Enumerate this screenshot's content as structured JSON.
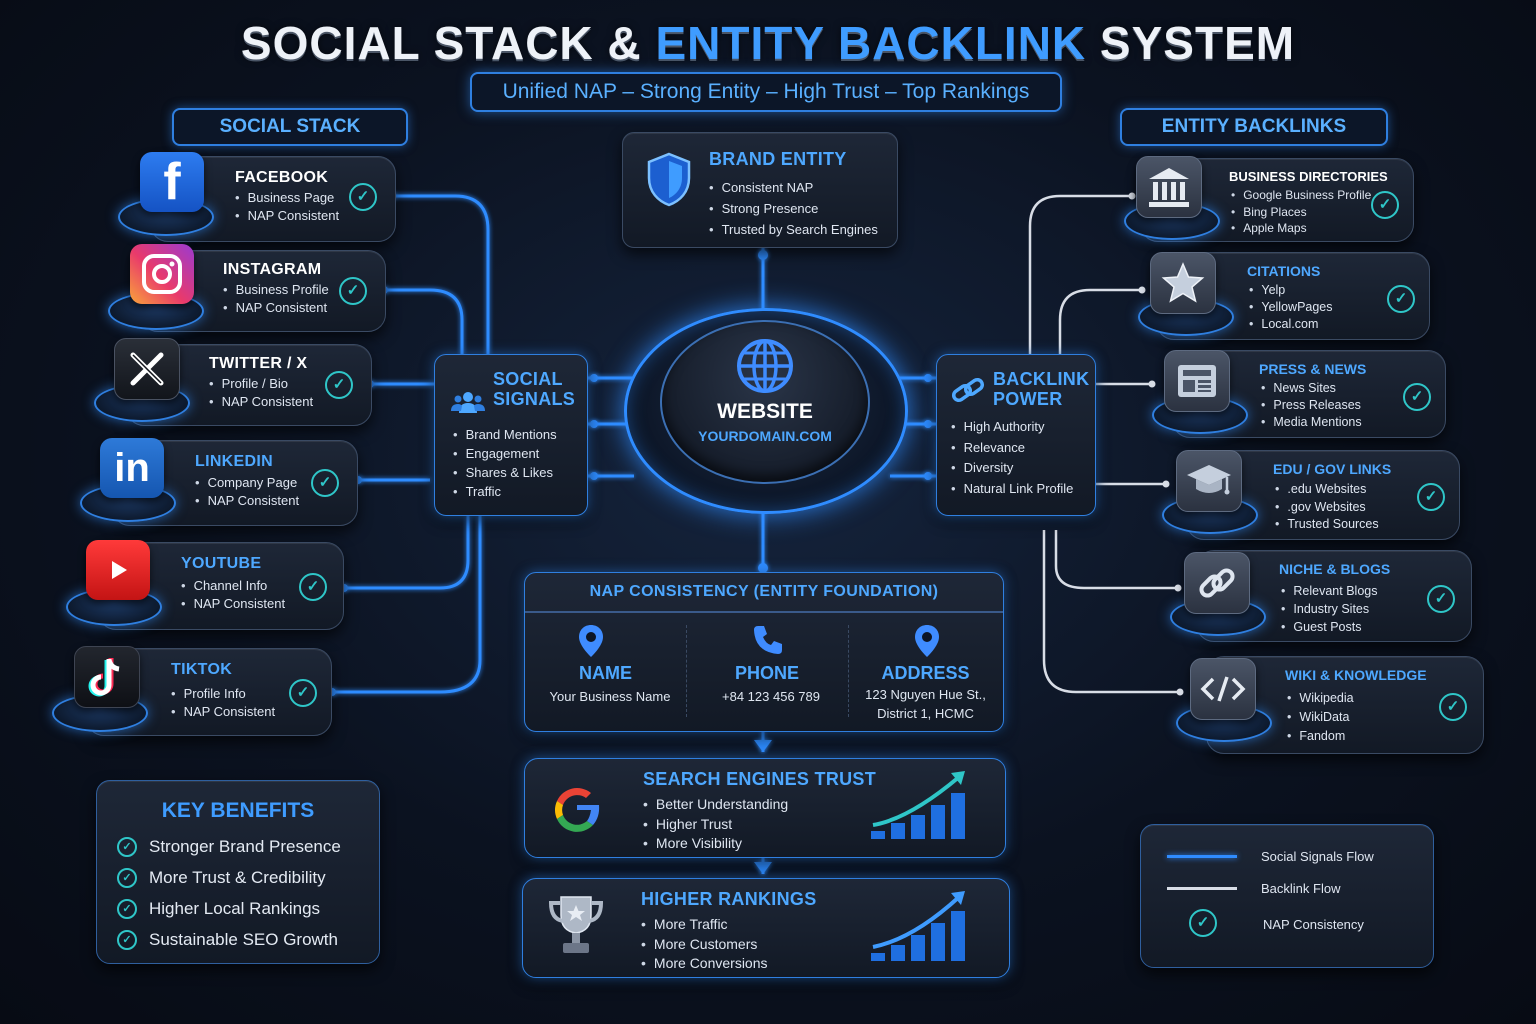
{
  "title": {
    "part1": "SOCIAL STACK & ",
    "part2": "ENTITY BACKLINK",
    "part3": " SYSTEM"
  },
  "subtitle": "Unified NAP – Strong Entity – High Trust – Top Rankings",
  "social_stack": {
    "header": "SOCIAL STACK",
    "items": [
      {
        "name": "FACEBOOK",
        "lines": [
          "Business Page",
          "NAP Consistent"
        ],
        "icon": "facebook-icon"
      },
      {
        "name": "INSTAGRAM",
        "lines": [
          "Business Profile",
          "NAP Consistent"
        ],
        "icon": "instagram-icon"
      },
      {
        "name": "TWITTER / X",
        "lines": [
          "Profile / Bio",
          "NAP Consistent"
        ],
        "icon": "x-icon"
      },
      {
        "name": "LINKEDIN",
        "lines": [
          "Company Page",
          "NAP Consistent"
        ],
        "icon": "linkedin-icon"
      },
      {
        "name": "YOUTUBE",
        "lines": [
          "Channel Info",
          "NAP Consistent"
        ],
        "icon": "youtube-icon"
      },
      {
        "name": "TIKTOK",
        "lines": [
          "Profile Info",
          "NAP Consistent"
        ],
        "icon": "tiktok-icon"
      }
    ]
  },
  "entity_backlinks": {
    "header": "ENTITY BACKLINKS",
    "items": [
      {
        "name": "BUSINESS DIRECTORIES",
        "lines": [
          "Google Business Profile",
          "Bing Places",
          "Apple Maps"
        ],
        "icon": "bank-icon"
      },
      {
        "name": "CITATIONS",
        "lines": [
          "Yelp",
          "YellowPages",
          "Local.com"
        ],
        "icon": "star-icon"
      },
      {
        "name": "PRESS & NEWS",
        "lines": [
          "News Sites",
          "Press Releases",
          "Media Mentions"
        ],
        "icon": "newspaper-icon"
      },
      {
        "name": "EDU / GOV LINKS",
        "lines": [
          ".edu Websites",
          ".gov Websites",
          "Trusted Sources"
        ],
        "icon": "graduation-cap-icon"
      },
      {
        "name": "NICHE & BLOGS",
        "lines": [
          "Relevant Blogs",
          "Industry Sites",
          "Guest Posts"
        ],
        "icon": "link-icon"
      },
      {
        "name": "WIKI & KNOWLEDGE",
        "lines": [
          "Wikipedia",
          "WikiData",
          "Fandom"
        ],
        "icon": "code-icon"
      }
    ]
  },
  "brand_entity": {
    "title": "BRAND ENTITY",
    "lines": [
      "Consistent NAP",
      "Strong Presence",
      "Trusted by Search Engines"
    ],
    "icon": "shield-icon"
  },
  "social_signals": {
    "title_line1": "SOCIAL",
    "title_line2": "SIGNALS",
    "lines": [
      "Brand Mentions",
      "Engagement",
      "Shares & Likes",
      "Traffic"
    ],
    "icon": "users-icon"
  },
  "backlink_power": {
    "title_line1": "BACKLINK",
    "title_line2": "POWER",
    "lines": [
      "High Authority",
      "Relevance",
      "Diversity",
      "Natural Link Profile"
    ],
    "icon": "chain-link-icon"
  },
  "website": {
    "label": "WEBSITE",
    "domain": "YOURDOMAIN.COM",
    "icon": "globe-icon"
  },
  "nap": {
    "title": "NAP CONSISTENCY (ENTITY FOUNDATION)",
    "columns": [
      {
        "label": "NAME",
        "value": "Your Business Name",
        "icon": "location-pin-icon"
      },
      {
        "label": "PHONE",
        "value": "+84 123 456 789",
        "icon": "phone-icon"
      },
      {
        "label": "ADDRESS",
        "value": "123 Nguyen Hue St.,",
        "value2": "District 1, HCMC",
        "icon": "location-pin-icon"
      }
    ]
  },
  "search_trust": {
    "title": "SEARCH ENGINES TRUST",
    "lines": [
      "Better Understanding",
      "Higher Trust",
      "More Visibility"
    ],
    "icon": "google-icon"
  },
  "rankings": {
    "title": "HIGHER RANKINGS",
    "lines": [
      "More Traffic",
      "More Customers",
      "More Conversions"
    ],
    "icon": "trophy-icon"
  },
  "key_benefits": {
    "title": "KEY BENEFITS",
    "items": [
      "Stronger Brand Presence",
      "More Trust & Credibility",
      "Higher Local Rankings",
      "Sustainable SEO Growth"
    ]
  },
  "legend": {
    "items": [
      "Social Signals Flow",
      "Backlink Flow",
      "NAP Consistency"
    ]
  },
  "colors": {
    "accent": "#3f9cff",
    "social_flow": "#2f8cff",
    "backlink_flow": "#d8dde6",
    "check": "#2fc6c8",
    "background": "#0b1220"
  }
}
